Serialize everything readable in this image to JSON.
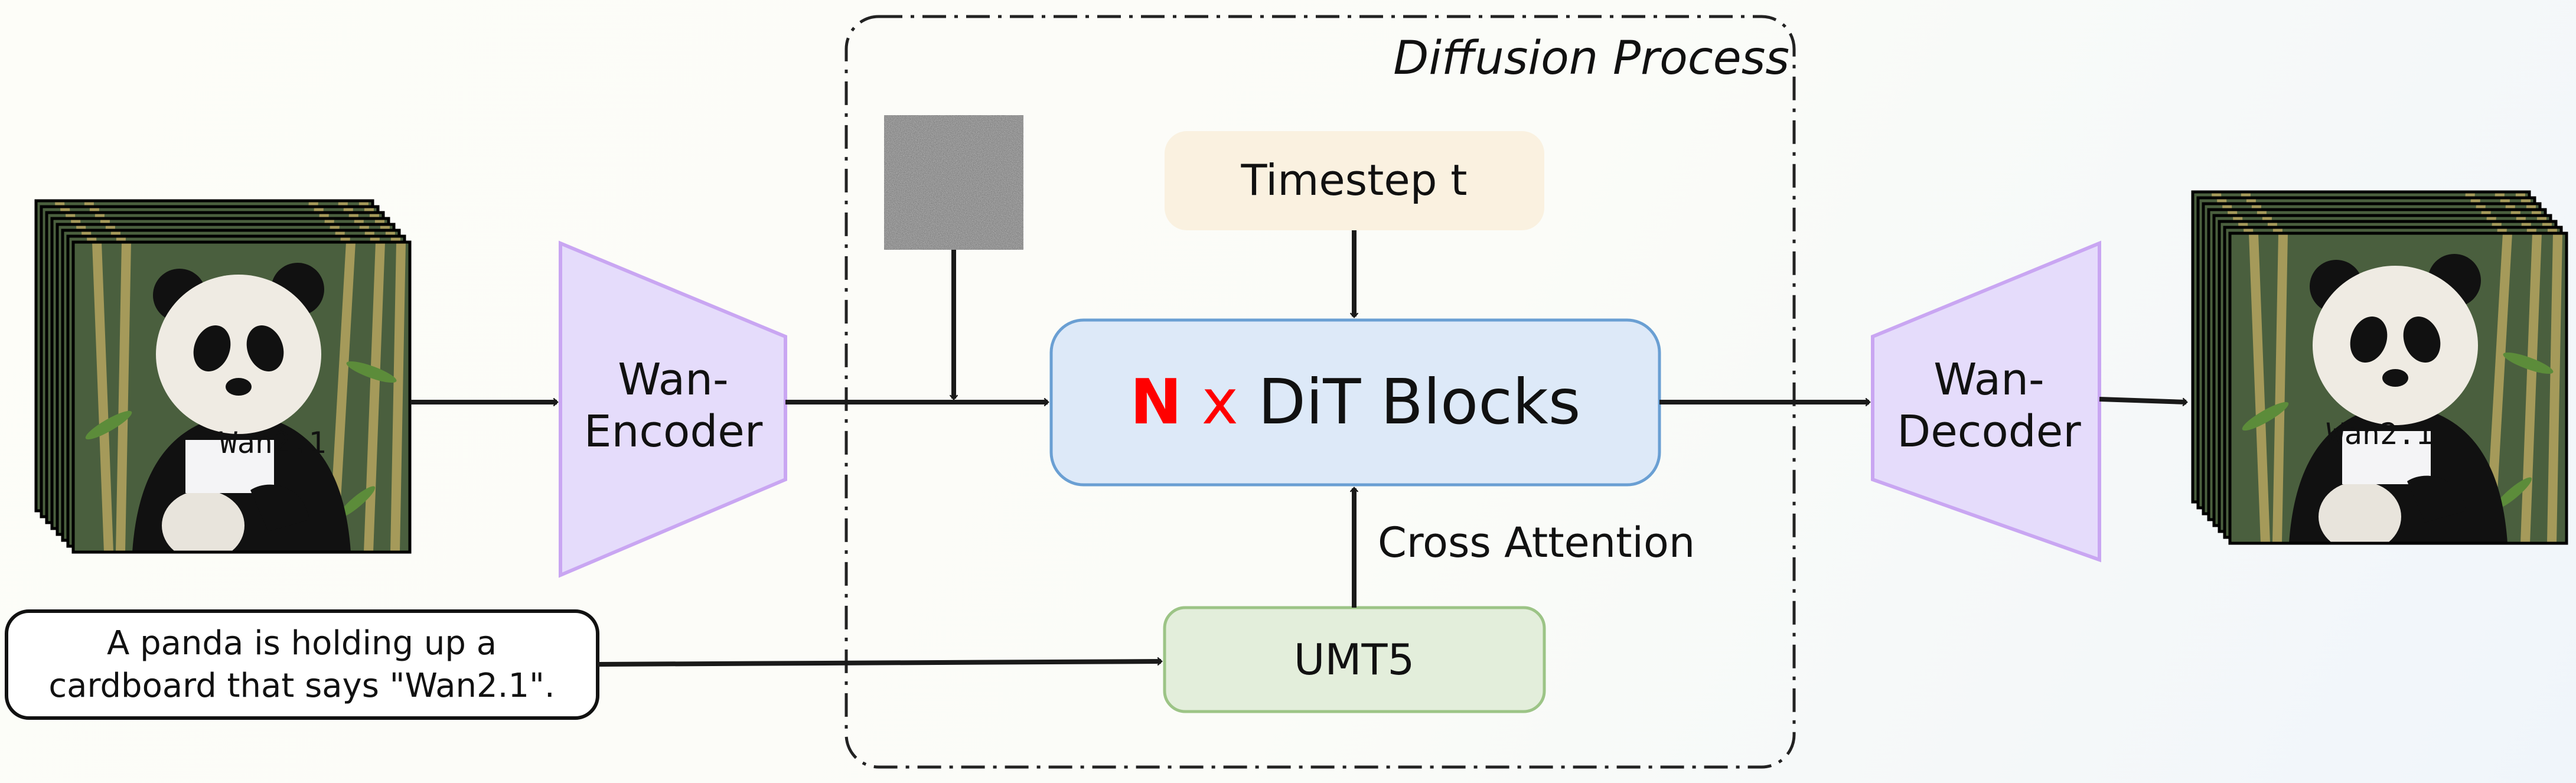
{
  "diffusion_process": {
    "label": "Diffusion Process"
  },
  "encoder": {
    "line1": "Wan-",
    "line2": "Encoder"
  },
  "decoder": {
    "line1": "Wan-",
    "line2": "Decoder"
  },
  "timestep": {
    "label": "Timestep t"
  },
  "dit": {
    "n": "N",
    "x": "x",
    "label": "DiT Blocks"
  },
  "umt5": {
    "label": "UMT5"
  },
  "cross_attention": {
    "label": "Cross Attention"
  },
  "prompt": {
    "line1": "A panda is holding up a",
    "line2": "cardboard that says \"Wan2.1\"."
  },
  "input_video": {
    "sign_text": "Wan2.1"
  },
  "output_video": {
    "sign_text": "Wan2.1"
  },
  "colors": {
    "encoder_fill": "#e5dcfb",
    "encoder_stroke": "#c9a6f2",
    "timestep_fill": "#faf1e0",
    "dit_fill": "#dde9f8",
    "dit_stroke": "#6a9fd3",
    "umt5_fill": "#e3eedb",
    "umt5_stroke": "#9cc486",
    "accent_red": "#ff0000"
  }
}
